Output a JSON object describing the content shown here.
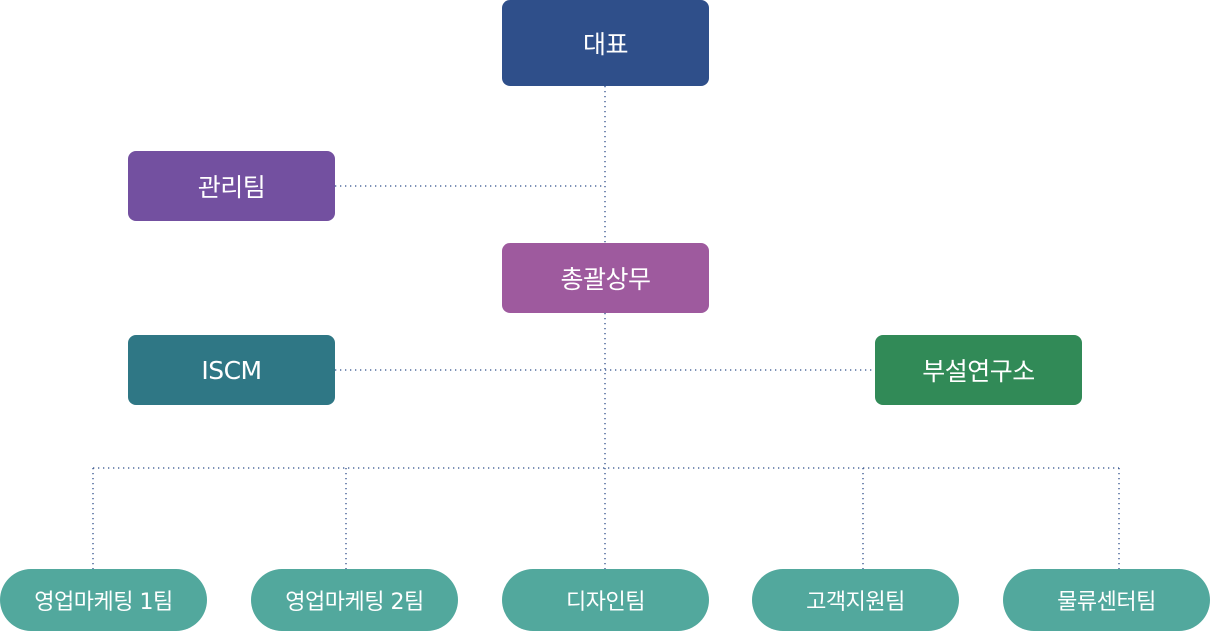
{
  "ceo": {
    "label": "대표",
    "color": "#2f4f8a"
  },
  "management": {
    "label": "관리팀",
    "color": "#7350a0"
  },
  "executive": {
    "label": "총괄상무",
    "color": "#9e5a9e"
  },
  "iscm": {
    "label": "ISCM",
    "color": "#2f7785"
  },
  "lab": {
    "label": "부설연구소",
    "color": "#318a57"
  },
  "teams": [
    {
      "label": "영업마케팅 1팀"
    },
    {
      "label": "영업마케팅 2팀"
    },
    {
      "label": "디자인팀"
    },
    {
      "label": "고객지원팀"
    },
    {
      "label": "물류센터팀"
    }
  ],
  "team_color": "#52a89d",
  "line_color": "#2f4f8a"
}
